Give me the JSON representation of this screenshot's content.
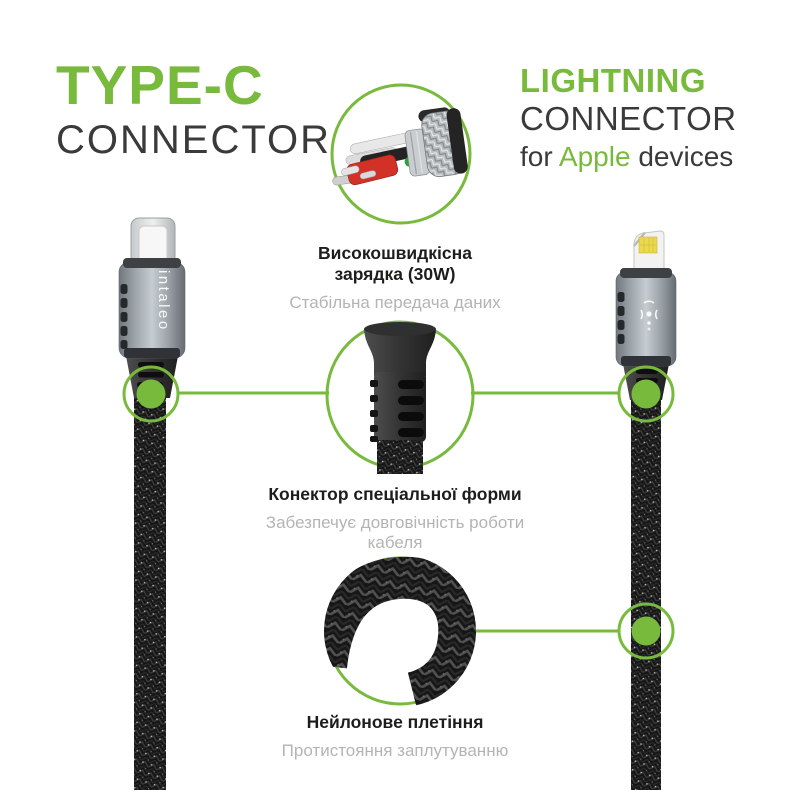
{
  "colors": {
    "accent_green": "#78ba3c",
    "header_dark": "#3a3a39",
    "feature_title": "#1d1d1b",
    "feature_muted": "#b4b4b2",
    "connector_gray": "#9aa2a8",
    "cable_black": "#181818"
  },
  "header_left": {
    "title": "TYPE-C",
    "subtitle": "CONNECTOR"
  },
  "header_right": {
    "title": "LIGHTNING",
    "subtitle": "CONNECTOR",
    "tagline": {
      "pre": "for",
      "brand": "Apple",
      "post": "devices"
    }
  },
  "features": [
    {
      "title": "Високошвидкісна зарядка (30W)",
      "subtitle": "Стабільна передача даних"
    },
    {
      "title": "Конектор спеціальної форми",
      "subtitle": "Забезпечує довговічність роботи кабеля"
    },
    {
      "title": "Нейлонове плетіння",
      "subtitle": "Протистояння заплутуванню"
    }
  ],
  "brand": {
    "name": "intaleo"
  },
  "icons": {
    "lightning_body_logo": "intaleo-mark",
    "callout_markers": "green-dot-in-circle"
  }
}
